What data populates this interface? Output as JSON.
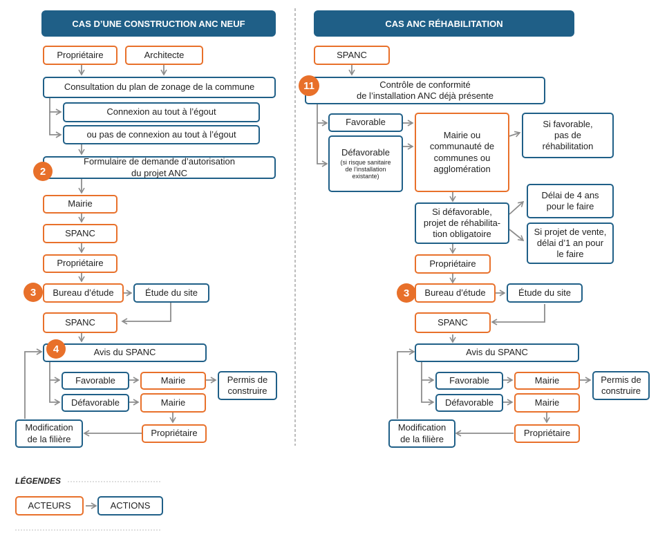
{
  "left": {
    "header": "CAS D’UNE CONSTRUCTION ANC NEUF",
    "proprietaire_1": "Propriétaire",
    "architecte": "Architecte",
    "consultation": "Consultation du plan de zonage de la commune",
    "connexion": "Connexion au tout à l’égout",
    "pas_connexion": "ou pas de connexion au tout à l’égout",
    "badge_2": "2",
    "formulaire_line1": "Formulaire de demande d’autorisation",
    "formulaire_line2": "du projet ANC",
    "mairie_1": "Mairie",
    "spanc_1": "SPANC",
    "proprietaire_2": "Propriétaire",
    "badge_3": "3",
    "bureau": "Bureau d’étude",
    "etude": "Étude du site",
    "spanc_2": "SPANC",
    "badge_4": "4",
    "avis": "Avis du SPANC",
    "favorable": "Favorable",
    "mairie_2": "Mairie",
    "permis_line1": "Permis de",
    "permis_line2": "construire",
    "defavorable": "Défavorable",
    "mairie_3": "Mairie",
    "proprietaire_3": "Propriétaire",
    "modif_line1": "Modification",
    "modif_line2": "de la filière"
  },
  "right": {
    "header": "CAS ANC RÉHABILITATION",
    "spanc_top": "SPANC",
    "badge_11": "11",
    "controle_line1": "Contrôle de conformité",
    "controle_line2": "de l’installation ANC déjà présente",
    "favorable": "Favorable",
    "defavorable": "Défavorable",
    "defav_note_line1": "(si risque sanitaire",
    "defav_note_line2": "de l’installation",
    "defav_note_line3": "existante)",
    "mairie_line1": "Mairie ou",
    "mairie_line2": "communauté de",
    "mairie_line3": "communes ou",
    "mairie_line4": "agglomération",
    "sifav_line1": "Si favorable,",
    "sifav_line2": "pas de",
    "sifav_line3": "réhabilitation",
    "sidefav_line1": "Si défavorable,",
    "sidefav_line2": "projet de réhabilita-",
    "sidefav_line3": "tion obligatoire",
    "delai4_line1": "Délai de 4 ans",
    "delai4_line2": "pour le faire",
    "vente_line1": "Si projet de vente,",
    "vente_line2": "délai d’1 an pour",
    "vente_line3": "le faire",
    "proprietaire_1": "Propriétaire",
    "badge_3": "3",
    "bureau": "Bureau d’étude",
    "etude": "Étude du site",
    "spanc_2": "SPANC",
    "avis": "Avis du SPANC",
    "favorable_2": "Favorable",
    "mairie_2": "Mairie",
    "permis_line1": "Permis de",
    "permis_line2": "construire",
    "defavorable_2": "Défavorable",
    "mairie_3": "Mairie",
    "proprietaire_2": "Propriétaire",
    "modif_line1": "Modification",
    "modif_line2": "de la filière"
  },
  "legend": {
    "title": "LÉGENDES",
    "acteurs": "ACTEURS",
    "actions": "ACTIONS"
  },
  "colors": {
    "actor": "#e8702a",
    "action": "#1f5f87",
    "arrow": "#8c8c8c"
  }
}
